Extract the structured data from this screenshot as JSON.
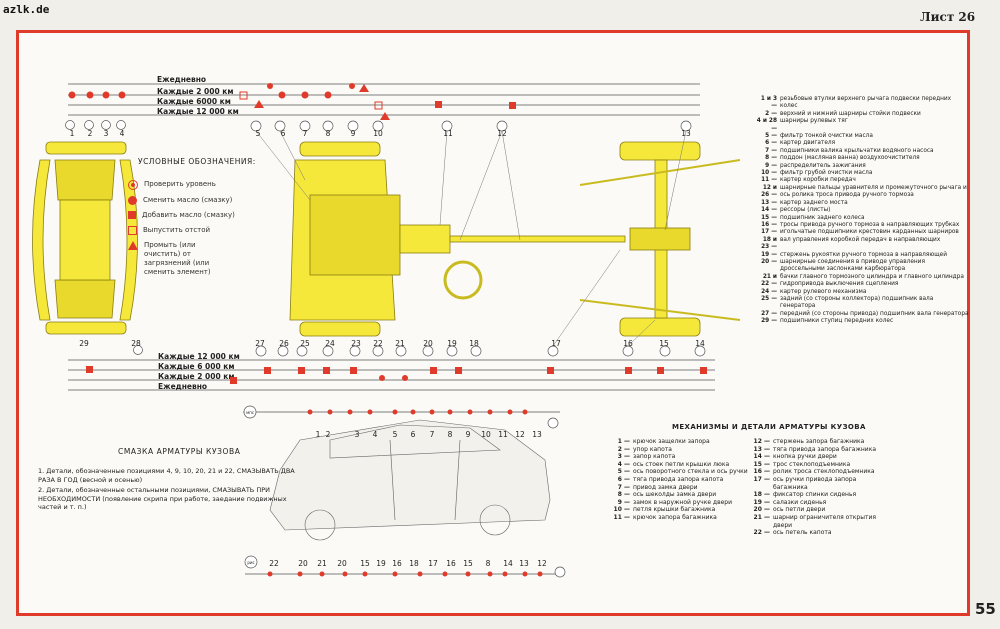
{
  "header": {
    "watermark": "azlk.de",
    "sheet": "Лист 26",
    "page_number": "55"
  },
  "frequency_top": [
    "Ежедневно",
    "Каждые 2 000 км",
    "Каждые 6000 км",
    "Каждые 12 000 км"
  ],
  "frequency_bottom": [
    "Каждые 12 000 км",
    "Каждые 6 000 км",
    "Каждые 2 000 км",
    "Ежедневно"
  ],
  "legend": {
    "title": "УСЛОВНЫЕ ОБОЗНАЧЕНИЯ:",
    "items": [
      {
        "symbol": "circle-dot",
        "label": "Проверить уровень"
      },
      {
        "symbol": "circle-filled",
        "label": "Сменить масло (смазку)"
      },
      {
        "symbol": "square-filled",
        "label": "Добавить масло (смазку)"
      },
      {
        "symbol": "square-open",
        "label": "Выпустить отстой"
      },
      {
        "symbol": "triangle",
        "label": "Промыть (или очистить) от загрязнений (или сменить элемент)"
      }
    ]
  },
  "top_numbers": [
    "1",
    "2",
    "3",
    "4",
    "5",
    "6",
    "7",
    "8",
    "9",
    "10",
    "11",
    "12",
    "13"
  ],
  "bottom_numbers": [
    "29",
    "28",
    "27",
    "26",
    "25",
    "24",
    "23",
    "22",
    "21",
    "20",
    "19",
    "18",
    "17",
    "16",
    "15",
    "14"
  ],
  "chassis_list": [
    {
      "n": "1 и 3",
      "t": "резьбовые втулки верхнего рычага подвески передних колес"
    },
    {
      "n": "2",
      "t": "верхний и нижний шарниры стойки подвески"
    },
    {
      "n": "4 и 28",
      "t": "шарниры рулевых тяг"
    },
    {
      "n": "5",
      "t": "фильтр тонкой очистки масла"
    },
    {
      "n": "6",
      "t": "картер двигателя"
    },
    {
      "n": "7",
      "t": "подшипники валика крыльчатки водяного насоса"
    },
    {
      "n": "8",
      "t": "поддон (масляная ванна) воздухоочистителя"
    },
    {
      "n": "9",
      "t": "распределитель зажигания"
    },
    {
      "n": "10",
      "t": "фильтр грубой очистки масла"
    },
    {
      "n": "11",
      "t": "картер коробки передач"
    },
    {
      "n": "12 и 26",
      "t": "шарнирные пальцы уравнителя и промежуточного рычага и ось ролика троса привода ручного тормоза"
    },
    {
      "n": "13",
      "t": "картер заднего моста"
    },
    {
      "n": "14",
      "t": "рессоры (листы)"
    },
    {
      "n": "15",
      "t": "подшипник заднего колеса"
    },
    {
      "n": "16",
      "t": "тросы привода ручного тормоза в направляющих трубках"
    },
    {
      "n": "17",
      "t": "игольчатые подшипники крестовин карданных шарниров"
    },
    {
      "n": "18 и 23",
      "t": "вал управления коробкой передач в направляющих"
    },
    {
      "n": "19",
      "t": "стержень рукоятки ручного тормоза в направляющей"
    },
    {
      "n": "20",
      "t": "шарнирные соединения в приводе управления дроссельными заслонками карбюратора"
    },
    {
      "n": "21 и 22",
      "t": "бачки главного тормозного цилиндра и главного цилиндра гидропривода выключения сцепления"
    },
    {
      "n": "24",
      "t": "картер рулевого механизма"
    },
    {
      "n": "25",
      "t": "задний (со стороны коллектора) подшипник вала генератора"
    },
    {
      "n": "27",
      "t": "передний (со стороны привода) подшипник вала генератора"
    },
    {
      "n": "29",
      "t": "подшипники ступиц передних колес"
    }
  ],
  "body": {
    "title": "МЕХАНИЗМЫ И ДЕТАЛИ АРМАТУРЫ КУЗОВА",
    "left_list": [
      {
        "n": "1",
        "t": "крючок защелки запора"
      },
      {
        "n": "2",
        "t": "упор капота"
      },
      {
        "n": "3",
        "t": "запор капота"
      },
      {
        "n": "4",
        "t": "ось стоек петли крышки люка"
      },
      {
        "n": "5",
        "t": "ось поворотного стекла и ось ручки"
      },
      {
        "n": "6",
        "t": "тяга привода запора капота"
      },
      {
        "n": "7",
        "t": "привод замка двери"
      },
      {
        "n": "8",
        "t": "ось шеколды замка двери"
      },
      {
        "n": "9",
        "t": "замок в наружной ручке двери"
      },
      {
        "n": "10",
        "t": "петля крышки багажника"
      },
      {
        "n": "11",
        "t": "крючок запора багажника"
      }
    ],
    "right_list": [
      {
        "n": "12",
        "t": "стержень запора багажника"
      },
      {
        "n": "13",
        "t": "тяга привода запора багажника"
      },
      {
        "n": "14",
        "t": "кнопка ручки двери"
      },
      {
        "n": "15",
        "t": "трос стеклоподъемника"
      },
      {
        "n": "16",
        "t": "ролик троса стеклоподъемника"
      },
      {
        "n": "17",
        "t": "ось ручки привода запора багажника"
      },
      {
        "n": "18",
        "t": "фиксатор спинки сиденья"
      },
      {
        "n": "19",
        "t": "салазки сиденья"
      },
      {
        "n": "20",
        "t": "ось петли двери"
      },
      {
        "n": "21",
        "t": "шарнир ограничителя открытия двери"
      },
      {
        "n": "22",
        "t": "ось петель капота"
      }
    ],
    "top_numbers": [
      "1",
      "2",
      "3",
      "4",
      "5",
      "6",
      "7",
      "8",
      "9",
      "10",
      "11",
      "12",
      "13"
    ],
    "bottom_numbers": [
      "22",
      "20",
      "21",
      "20",
      "15",
      "19",
      "16",
      "18",
      "17",
      "16",
      "15",
      "8",
      "14",
      "13",
      "12"
    ],
    "top_tag": "мпс",
    "bottom_tag": "рис"
  },
  "lubrication": {
    "title": "СМАЗКА АРМАТУРЫ КУЗОВА",
    "p1": "1. Детали, обозначенные позициями 4, 9, 10, 20, 21 и 22, СМАЗЫВАТЬ ДВА РАЗА В ГОД (весной и осенью)",
    "p2": "2. Детали, обозначенные остальными позициями, СМАЗЫВАТЬ ПРИ НЕОБХОДИМОСТИ (появление скрипа при работе, заедание подвижных частей и т. п.)"
  },
  "colors": {
    "accent_red": "#e03a2a",
    "chassis_yellow": "#f5e83a",
    "line": "#555555"
  }
}
